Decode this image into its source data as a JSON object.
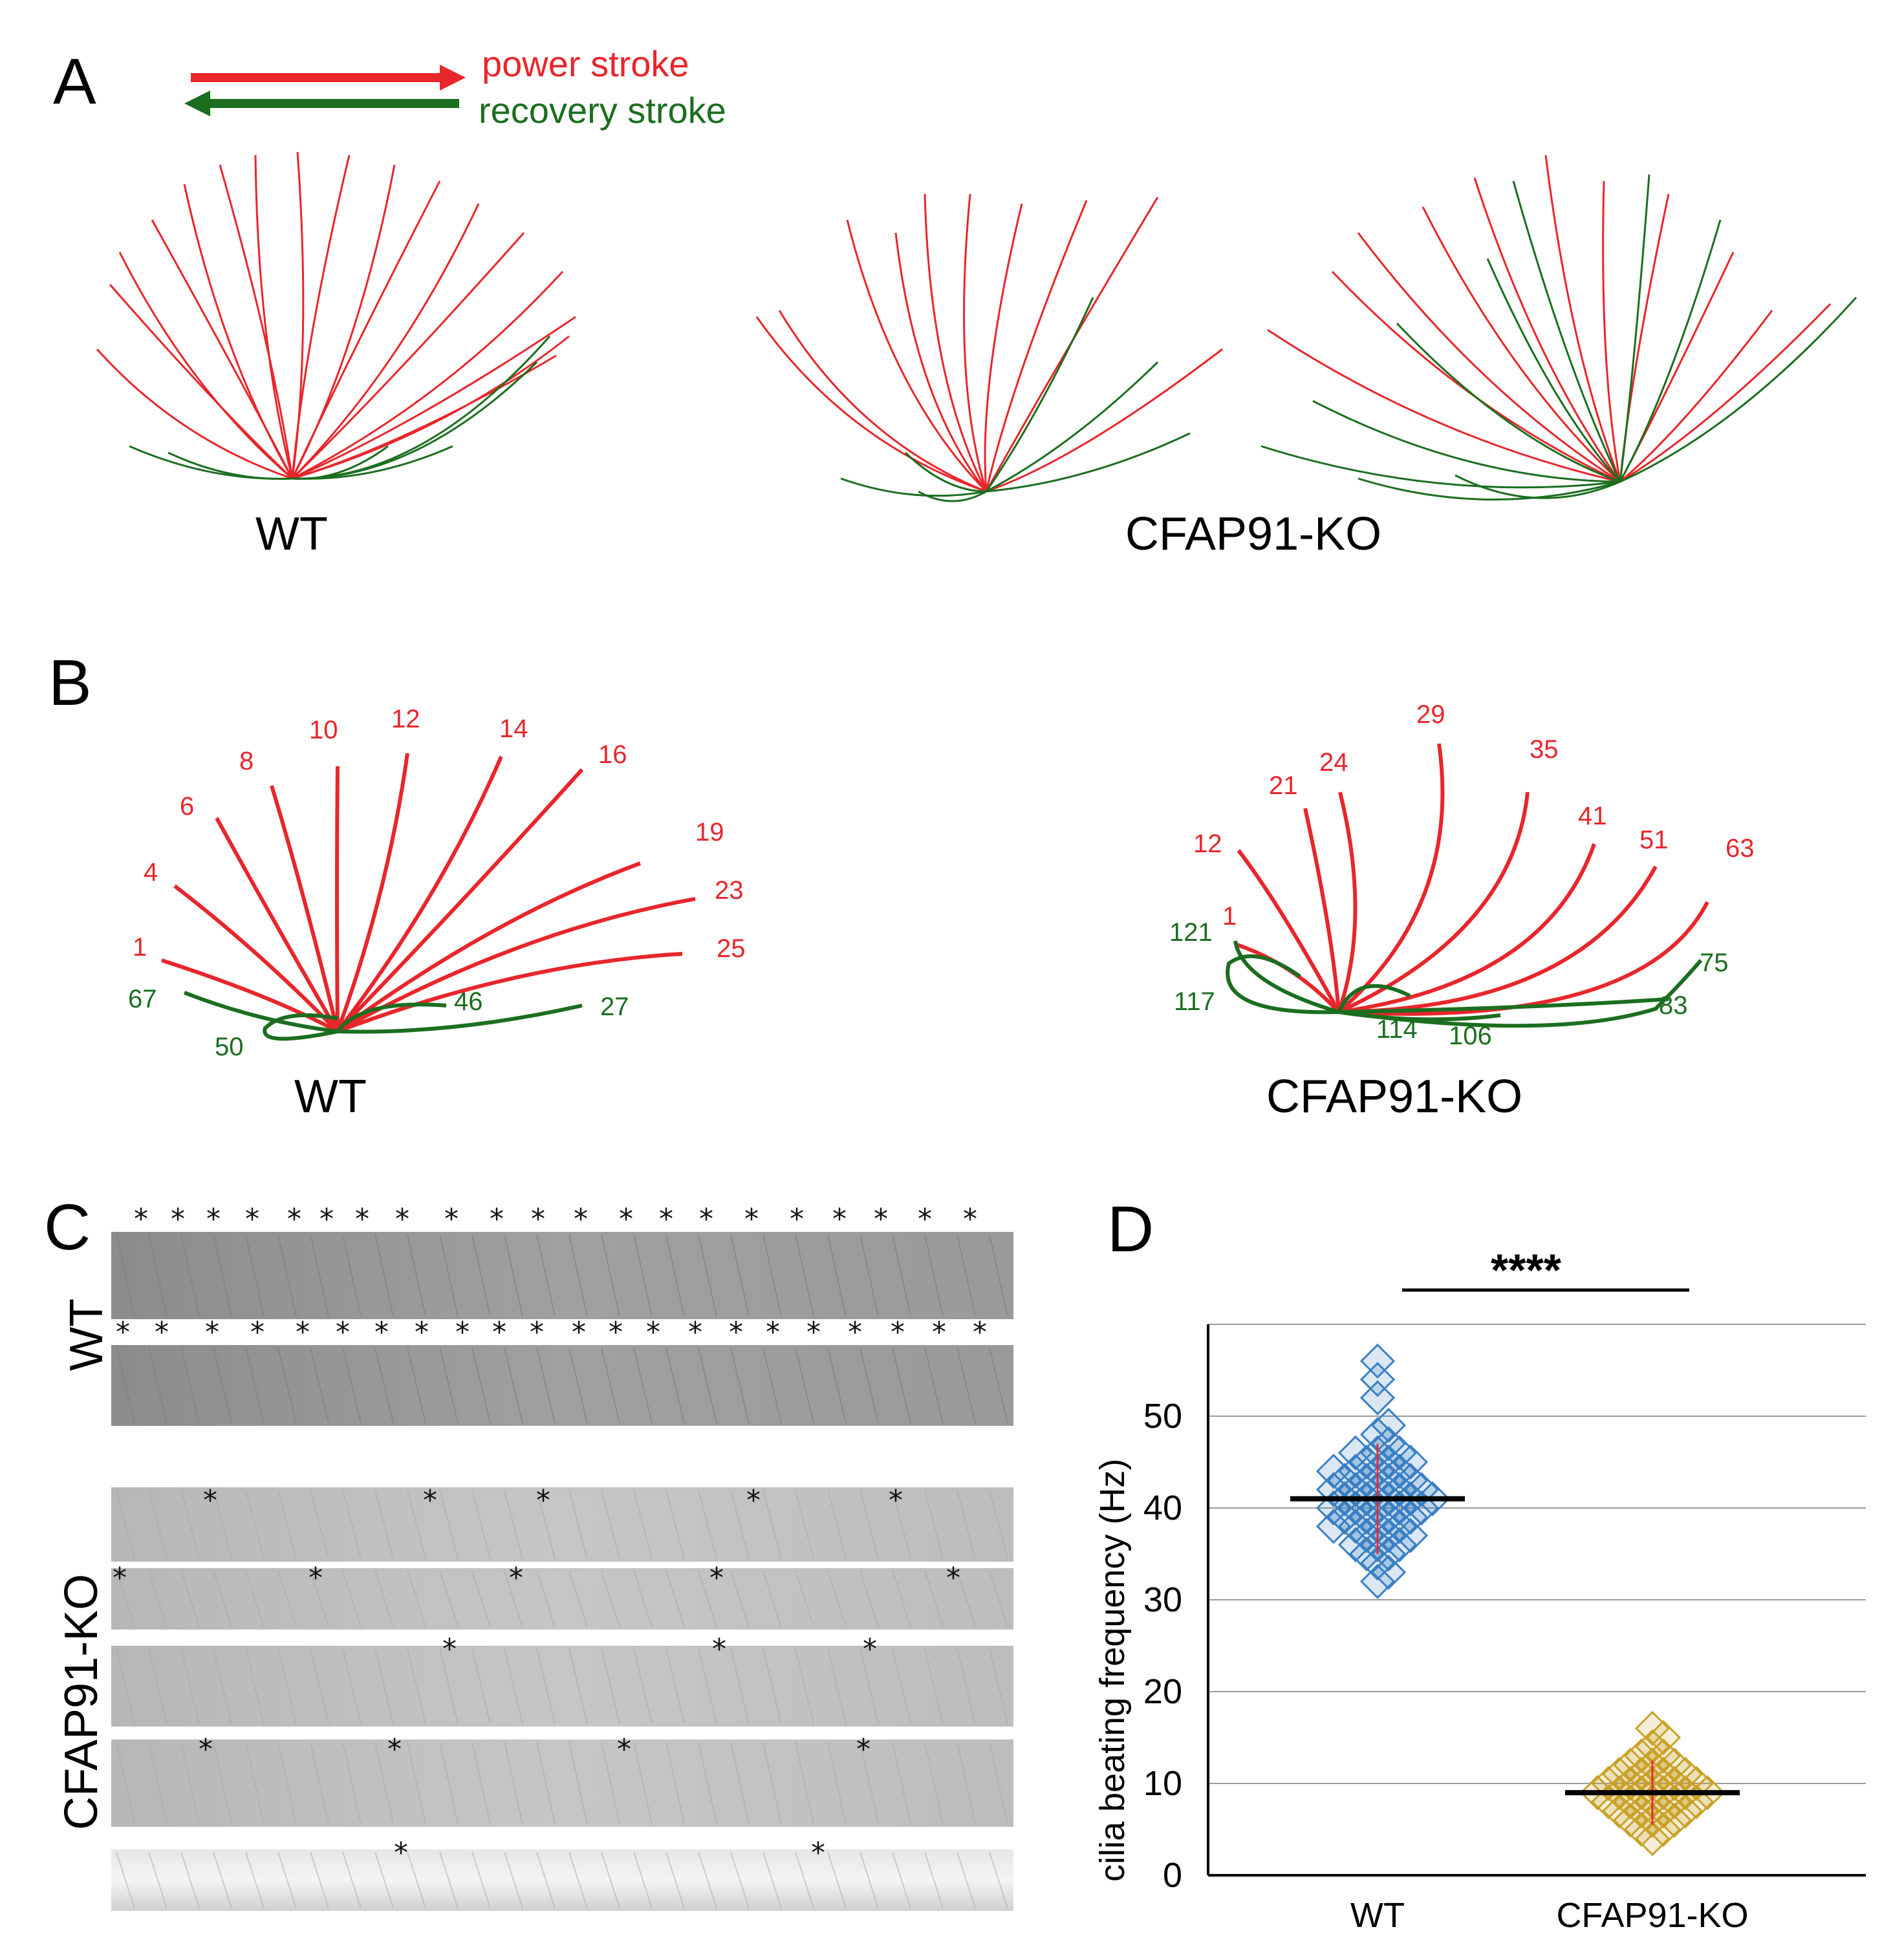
{
  "panelA": {
    "letter": "A",
    "legend": {
      "power_label": "power stroke",
      "recovery_label": "recovery stroke",
      "power_color": "#e8262b",
      "recovery_color": "#1b6e1f"
    },
    "labels": {
      "wt": "WT",
      "ko": "CFAP91-KO"
    }
  },
  "panelB": {
    "letter": "B",
    "wt": {
      "label": "WT",
      "frames": [
        "1",
        "4",
        "6",
        "8",
        "10",
        "12",
        "14",
        "16",
        "19",
        "23",
        "25",
        "27",
        "46",
        "50",
        "67"
      ]
    },
    "ko": {
      "label": "CFAP91-KO",
      "frames": [
        "1",
        "12",
        "21",
        "24",
        "29",
        "35",
        "41",
        "51",
        "63",
        "75",
        "83",
        "106",
        "114",
        "117",
        "121"
      ]
    }
  },
  "panelC": {
    "letter": "C",
    "wt_label": "WT",
    "ko_label": "CFAP91-KO",
    "star_symbol": "*"
  },
  "panelD": {
    "letter": "D",
    "significance": "****",
    "chart_data": {
      "type": "scatter",
      "title": "",
      "xlabel": "",
      "ylabel": "cilia beating frequency (Hz)",
      "ylim": [
        0,
        60
      ],
      "yticks": [
        0,
        10,
        20,
        30,
        40,
        50
      ],
      "categories": [
        "WT",
        "CFAP91-KO"
      ],
      "grid": true,
      "series": [
        {
          "category": "WT",
          "mean": 41,
          "sd": 6,
          "color": "#3a7fc4",
          "values": [
            32,
            33,
            34,
            35,
            35,
            36,
            36,
            36,
            37,
            37,
            37,
            38,
            38,
            38,
            38,
            39,
            39,
            39,
            39,
            40,
            40,
            40,
            40,
            40,
            41,
            41,
            41,
            41,
            41,
            42,
            42,
            42,
            42,
            42,
            43,
            43,
            43,
            43,
            44,
            44,
            44,
            44,
            45,
            45,
            45,
            46,
            46,
            46,
            47,
            48,
            49,
            52,
            54,
            56
          ]
        },
        {
          "category": "CFAP91-KO",
          "mean": 9,
          "sd": 3.5,
          "color": "#c9a227",
          "values": [
            4,
            5,
            5,
            6,
            6,
            6,
            7,
            7,
            7,
            7,
            8,
            8,
            8,
            8,
            8,
            9,
            9,
            9,
            9,
            9,
            9,
            10,
            10,
            10,
            10,
            10,
            11,
            11,
            11,
            11,
            12,
            12,
            12,
            13,
            13,
            14,
            15,
            16
          ]
        }
      ]
    }
  }
}
